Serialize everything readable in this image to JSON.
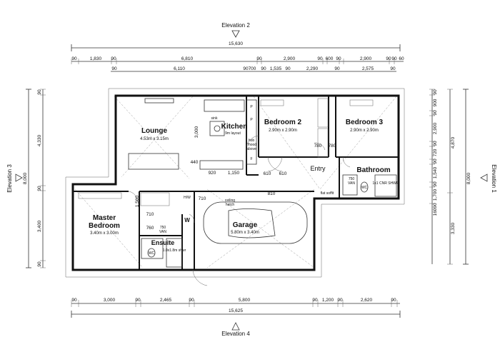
{
  "elevations": {
    "top": "Elevation 2",
    "bottom": "Elevation 4",
    "left": "Elevation 3",
    "right": "Elevation 1"
  },
  "dims": {
    "top_total": "15,630",
    "top_row1": [
      "90",
      "1,830",
      "90",
      "6,810",
      "90",
      "2,900",
      "90",
      "600",
      "90",
      "2,900",
      "90",
      "90",
      "60"
    ],
    "top_row2": [
      "90",
      "6,110",
      "90",
      "700",
      "90",
      "1,535",
      "90",
      "2,290",
      "90",
      "2,575",
      "90"
    ],
    "bottom_row": [
      "90",
      "3,000",
      "90",
      "2,465",
      "90",
      "5,800",
      "90",
      "1,200",
      "90",
      "2,620",
      "90"
    ],
    "bottom_total": "15,625",
    "left_row": [
      "90",
      "4,330",
      "90",
      "3,400",
      "90"
    ],
    "left_total": "8,000",
    "right_row1": [
      "90",
      "900",
      "90",
      "2,900",
      "90",
      "720",
      "90",
      "1,540",
      "90",
      "1,700",
      "90",
      "160"
    ],
    "right_mid": [
      "4,870",
      "3,330"
    ],
    "right_total": "8,000",
    "internal": [
      "3,000",
      "920",
      "1,150",
      "440",
      "710",
      "710",
      "760",
      "810",
      "780",
      "780",
      "610",
      "610",
      "1,500"
    ]
  },
  "rooms": {
    "lounge": {
      "name": "Lounge",
      "size": "4.53m x 3.15m"
    },
    "kitchen": {
      "name": "Kitchen",
      "note": "9m layout"
    },
    "bedroom2": {
      "name": "Bedroom 2",
      "size": "2.90m x 2.90m"
    },
    "bedroom3": {
      "name": "Bedroom 3",
      "size": "2.90m x 2.90m"
    },
    "entry": {
      "name": "Entry"
    },
    "bathroom": {
      "name": "Bathroom"
    },
    "master": {
      "name": "Master Bedroom",
      "line1": "Master",
      "line2": "Bedroom",
      "size": "3.40m x 3.00m"
    },
    "garage": {
      "name": "Garage",
      "size": "5.80m x 3.40m"
    },
    "ensuite": {
      "name": "Ensuite"
    }
  },
  "fixtures": {
    "sink": "sink",
    "p1": "P",
    "p2": "P",
    "f": "F",
    "hob": "hob",
    "rhood": "r/hood",
    "above": "above",
    "hw": "H/W",
    "w": "W",
    "ceiling": "ceiling",
    "hatch": "hatch",
    "flat_soffit": "flat soffit",
    "van_bath": "750",
    "van_bath2": "VAN",
    "wc": "WC",
    "shower_bath": "1x1 CNR SHWR",
    "van_ens": "750",
    "van_ens2": "VAN",
    "shower_ens": "1.0x1.8m shwr"
  }
}
